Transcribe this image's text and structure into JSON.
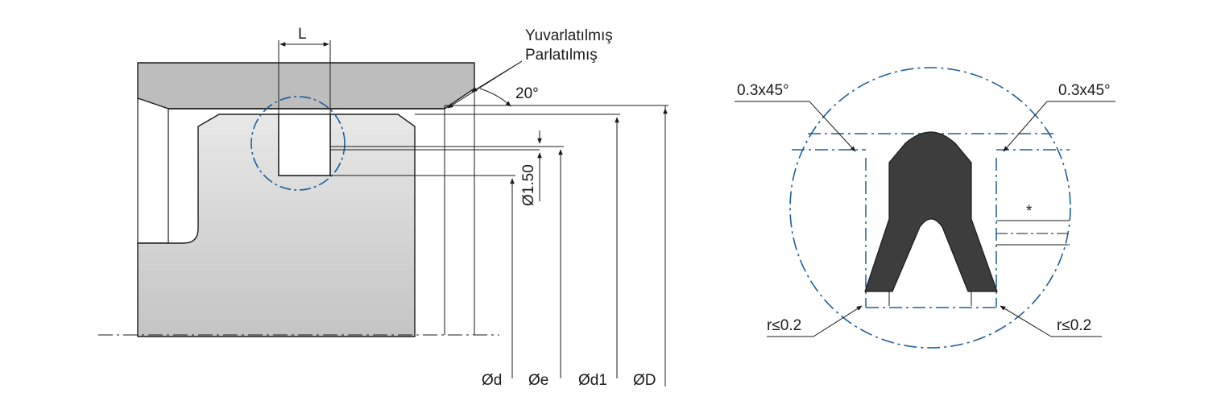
{
  "labels": {
    "groove_length": "L",
    "surface_rounded": "Yuvarlatılmış",
    "surface_polished": "Parlatılmış",
    "angle": "20°",
    "extrusion_gap": "Ø1.50",
    "dim_d": "Ød",
    "dim_e": "Øe",
    "dim_d1": "Ød1",
    "dim_D": "ØD",
    "chamfer_left": "0.3x45°",
    "chamfer_right": "0.3x45°",
    "radius_left": "r≤0.2",
    "radius_right": "r≤0.2",
    "asterisk": "*"
  },
  "colors": {
    "outline": "#1a1a1a",
    "detail_circle": "#1f5f9a",
    "seal_fill": "#3d3d3d",
    "housing_fill": "#bdbdbd",
    "piston_fill_top": "#e6e6e6",
    "piston_fill_bottom": "#c9c9c9"
  }
}
